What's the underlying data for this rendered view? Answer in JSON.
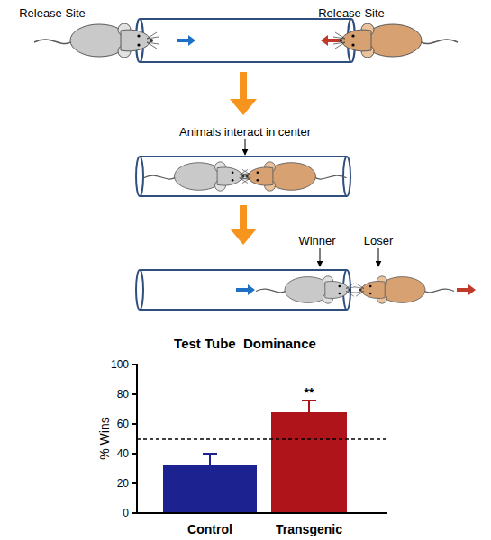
{
  "diagram": {
    "title": "Test Tube  Dominance",
    "labels": [
      "Release Site",
      "Release Site",
      "Animals interact in center",
      "Winner",
      "Loser",
      "100",
      "80",
      "60",
      "40",
      "20",
      "0",
      "% Wins",
      "**",
      "Control",
      "Transgenic"
    ]
  }
}
